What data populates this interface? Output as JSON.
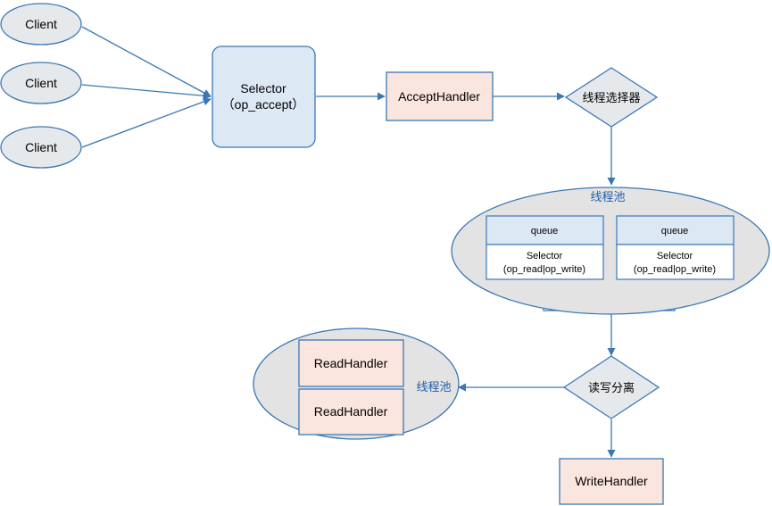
{
  "clients": [
    "Client",
    "Client",
    "Client"
  ],
  "selector": {
    "line1": "Selector",
    "line2": "（op_accept）"
  },
  "accept_handler": "AcceptHandler",
  "thread_selector": "线程选择器",
  "thread_pool_top": {
    "label": "线程池",
    "workers": [
      {
        "queue": "queue",
        "selector_line1": "Selector",
        "selector_line2": "(op_read|op_write)"
      },
      {
        "queue": "queue",
        "selector_line1": "Selector",
        "selector_line2": "(op_read|op_write)"
      }
    ]
  },
  "read_write_split": "读写分离",
  "thread_pool_bottom": {
    "label": "线程池",
    "handlers": [
      "ReadHandler",
      "ReadHandler"
    ]
  },
  "write_handler": "WriteHandler",
  "colors": {
    "stroke": "#3a78b5",
    "client_fill": "#e6e9ec",
    "selector_fill": "#dde8f5",
    "handler_fill": "#fbe6df",
    "decision_fill": "#e6e9ec",
    "pool_fill": "#e3e3e3",
    "queue_fill": "#dde8f5"
  }
}
